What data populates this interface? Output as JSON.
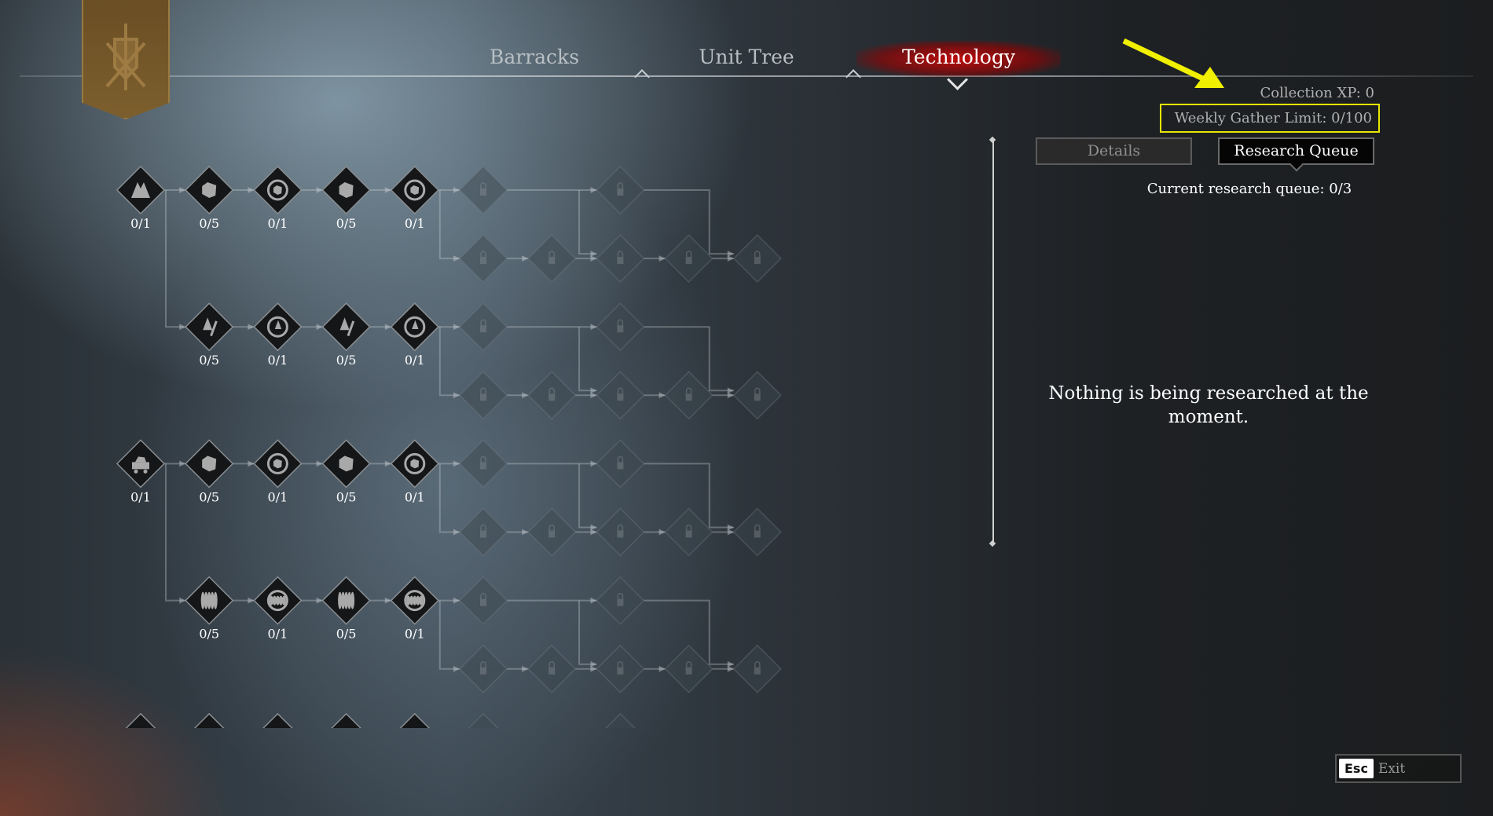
{
  "tabs": {
    "barracks": "Barracks",
    "unit_tree": "Unit Tree",
    "technology": "Technology",
    "active": "Technology"
  },
  "stats": {
    "collection_xp": "Collection XP: 0",
    "weekly_gather_limit": "Weekly Gather Limit:  0/100"
  },
  "panel": {
    "details_label": "Details",
    "research_queue_label": "Research Queue",
    "current_queue": "Current research queue:  0/3",
    "empty_message": "Nothing is being researched at the moment."
  },
  "footer": {
    "esc_key": "Esc",
    "exit_label": "Exit"
  },
  "colors": {
    "highlight": "#e8e800",
    "active_tab": "#c00000"
  },
  "tree": {
    "rows": [
      [
        {
          "label": "0/1",
          "icon": "mountain"
        },
        {
          "label": "0/5",
          "icon": "rock"
        },
        {
          "label": "0/1",
          "icon": "rock-framed"
        },
        {
          "label": "0/5",
          "icon": "rock"
        },
        {
          "label": "0/1",
          "icon": "rock-framed"
        },
        "locked",
        null,
        "locked",
        null,
        null
      ],
      [
        null,
        null,
        null,
        null,
        null,
        "locked",
        "locked",
        "locked",
        "locked",
        "locked"
      ],
      [
        null,
        {
          "label": "0/5",
          "icon": "tree-axe"
        },
        {
          "label": "0/1",
          "icon": "tree-framed"
        },
        {
          "label": "0/5",
          "icon": "tree-axe"
        },
        {
          "label": "0/1",
          "icon": "tree-framed"
        },
        "locked",
        null,
        "locked",
        null,
        null
      ],
      [
        null,
        null,
        null,
        null,
        null,
        "locked",
        "locked",
        "locked",
        "locked",
        "locked"
      ],
      [
        {
          "label": "0/1",
          "icon": "mine-cart"
        },
        {
          "label": "0/5",
          "icon": "ore"
        },
        {
          "label": "0/1",
          "icon": "ore-framed"
        },
        {
          "label": "0/5",
          "icon": "ore"
        },
        {
          "label": "0/1",
          "icon": "ore-framed"
        },
        "locked",
        null,
        "locked",
        null,
        null
      ],
      [
        null,
        null,
        null,
        null,
        null,
        "locked",
        "locked",
        "locked",
        "locked",
        "locked"
      ],
      [
        null,
        {
          "label": "0/5",
          "icon": "fiber"
        },
        {
          "label": "0/1",
          "icon": "fiber-framed"
        },
        {
          "label": "0/5",
          "icon": "fiber"
        },
        {
          "label": "0/1",
          "icon": "fiber-framed"
        },
        "locked",
        null,
        "locked",
        null,
        null
      ],
      [
        null,
        null,
        null,
        null,
        null,
        "locked",
        "locked",
        "locked",
        "locked",
        "locked"
      ],
      [
        {
          "label": "",
          "icon": "cut-off"
        },
        {
          "label": "",
          "icon": "cut-off"
        },
        {
          "label": "",
          "icon": "cut-off"
        },
        {
          "label": "",
          "icon": "cut-off"
        },
        {
          "label": "",
          "icon": "cut-off"
        },
        "locked",
        null,
        "locked",
        null,
        null
      ]
    ]
  }
}
